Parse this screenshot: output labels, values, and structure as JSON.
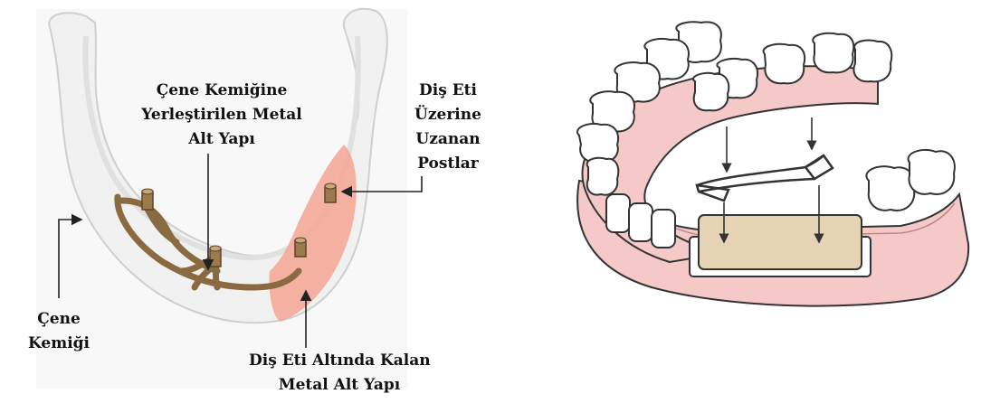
{
  "left_diagram": {
    "label_metal_frame": [
      "Çene Kemiğine",
      "Yerleştirilen Metal",
      "Alt Yapı"
    ],
    "label_posts": [
      "Diş Eti",
      "Üzerine",
      "Uzanan",
      "Postlar"
    ],
    "label_jaw_bone": [
      "Çene",
      "Kemiği"
    ],
    "label_under_gum": [
      "Diş Eti Altında Kalan",
      "Metal Alt Yapı"
    ]
  },
  "colors": {
    "bone_fill": "#f4f4f4",
    "bone_stroke": "#c9c9c9",
    "gum_highlight": "#f5a593",
    "metal_frame": "#8a6a40",
    "gum_pink": "#f6c8c8",
    "gum_dark": "#e8a9aa",
    "tooth_fill": "#ffffff",
    "bar_fill": "#e6d3b3"
  }
}
